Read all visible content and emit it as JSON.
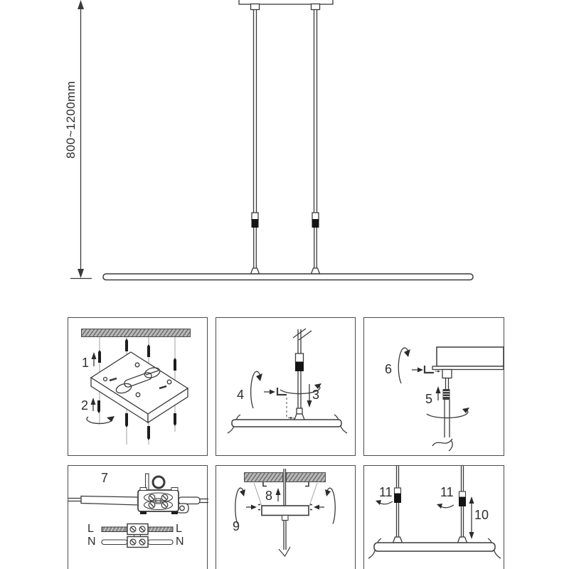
{
  "dimension": {
    "label": "800~1200mm"
  },
  "steps": {
    "s1": "1",
    "s2": "2",
    "s3": "3",
    "s4": "4",
    "s5": "5",
    "s6": "6",
    "s7": "7",
    "s8": "8",
    "s9": "9",
    "s10": "10",
    "s11": "11"
  },
  "wiring": {
    "live": "L",
    "neutral": "N"
  },
  "colors": {
    "line": "#3a3a3a",
    "joint_black": "#141414",
    "ceiling_gray": "#b8b8b8",
    "panel_border": "#4c4c4c",
    "background": "#ffffff"
  }
}
